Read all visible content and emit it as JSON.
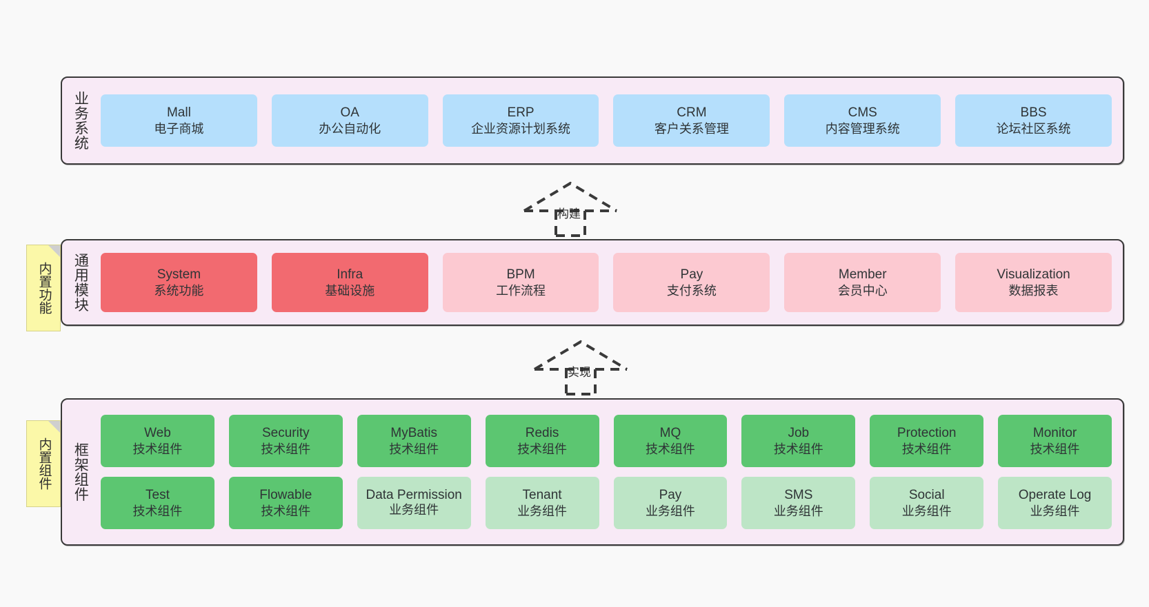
{
  "diagram": {
    "title": "ruoyi-vue-pro architecture layers",
    "colors": {
      "canvas_bg": "#f9f9f9",
      "layer_bg": "#f8eaf6",
      "layer_border": "#3a3a3a",
      "blue": "#b5dffc",
      "red": "#f26a70",
      "pink": "#fcc9d1",
      "green": "#5cc671",
      "light_green": "#bde5c6",
      "note_yellow": "#fbf8a8",
      "note_fold": "#cfcfcf",
      "text": "#2f3436"
    }
  },
  "layers": [
    {
      "id": "business-system",
      "title": "业务系统",
      "rows": [
        {
          "style": "blue",
          "cards": [
            {
              "name": "Mall",
              "desc": "电子商城"
            },
            {
              "name": "OA",
              "desc": "办公自动化"
            },
            {
              "name": "ERP",
              "desc": "企业资源计划系统"
            },
            {
              "name": "CRM",
              "desc": "客户关系管理"
            },
            {
              "name": "CMS",
              "desc": "内容管理系统"
            },
            {
              "name": "BBS",
              "desc": "论坛社区系统"
            }
          ]
        }
      ]
    },
    {
      "id": "common-module",
      "title": "通用模块",
      "note": "内置功能",
      "rows": [
        {
          "cards": [
            {
              "name": "System",
              "desc": "系统功能",
              "style": "red"
            },
            {
              "name": "Infra",
              "desc": "基础设施",
              "style": "red"
            },
            {
              "name": "BPM",
              "desc": "工作流程",
              "style": "pink"
            },
            {
              "name": "Pay",
              "desc": "支付系统",
              "style": "pink"
            },
            {
              "name": "Member",
              "desc": "会员中心",
              "style": "pink"
            },
            {
              "name": "Visualization",
              "desc": "数据报表",
              "style": "pink"
            }
          ]
        }
      ]
    },
    {
      "id": "framework-component",
      "title": "框架组件",
      "note": "内置组件",
      "rows": [
        {
          "style": "green",
          "cards": [
            {
              "name": "Web",
              "desc": "技术组件"
            },
            {
              "name": "Security",
              "desc": "技术组件"
            },
            {
              "name": "MyBatis",
              "desc": "技术组件"
            },
            {
              "name": "Redis",
              "desc": "技术组件"
            },
            {
              "name": "MQ",
              "desc": "技术组件"
            },
            {
              "name": "Job",
              "desc": "技术组件"
            },
            {
              "name": "Protection",
              "desc": "技术组件"
            },
            {
              "name": "Monitor",
              "desc": "技术组件"
            }
          ]
        },
        {
          "cards": [
            {
              "name": "Test",
              "desc": "技术组件",
              "style": "green"
            },
            {
              "name": "Flowable",
              "desc": "技术组件",
              "style": "green"
            },
            {
              "name": "Data Permission",
              "desc": "业务组件",
              "style": "lightgreen"
            },
            {
              "name": "Tenant",
              "desc": "业务组件",
              "style": "lightgreen"
            },
            {
              "name": "Pay",
              "desc": "业务组件",
              "style": "lightgreen"
            },
            {
              "name": "SMS",
              "desc": "业务组件",
              "style": "lightgreen"
            },
            {
              "name": "Social",
              "desc": "业务组件",
              "style": "lightgreen"
            },
            {
              "name": "Operate Log",
              "desc": "业务组件",
              "style": "lightgreen"
            }
          ]
        }
      ]
    }
  ],
  "connectors": [
    {
      "id": "build",
      "label": "构建",
      "from": "common-module",
      "to": "business-system"
    },
    {
      "id": "implement",
      "label": "实现",
      "from": "framework-component",
      "to": "common-module"
    }
  ]
}
